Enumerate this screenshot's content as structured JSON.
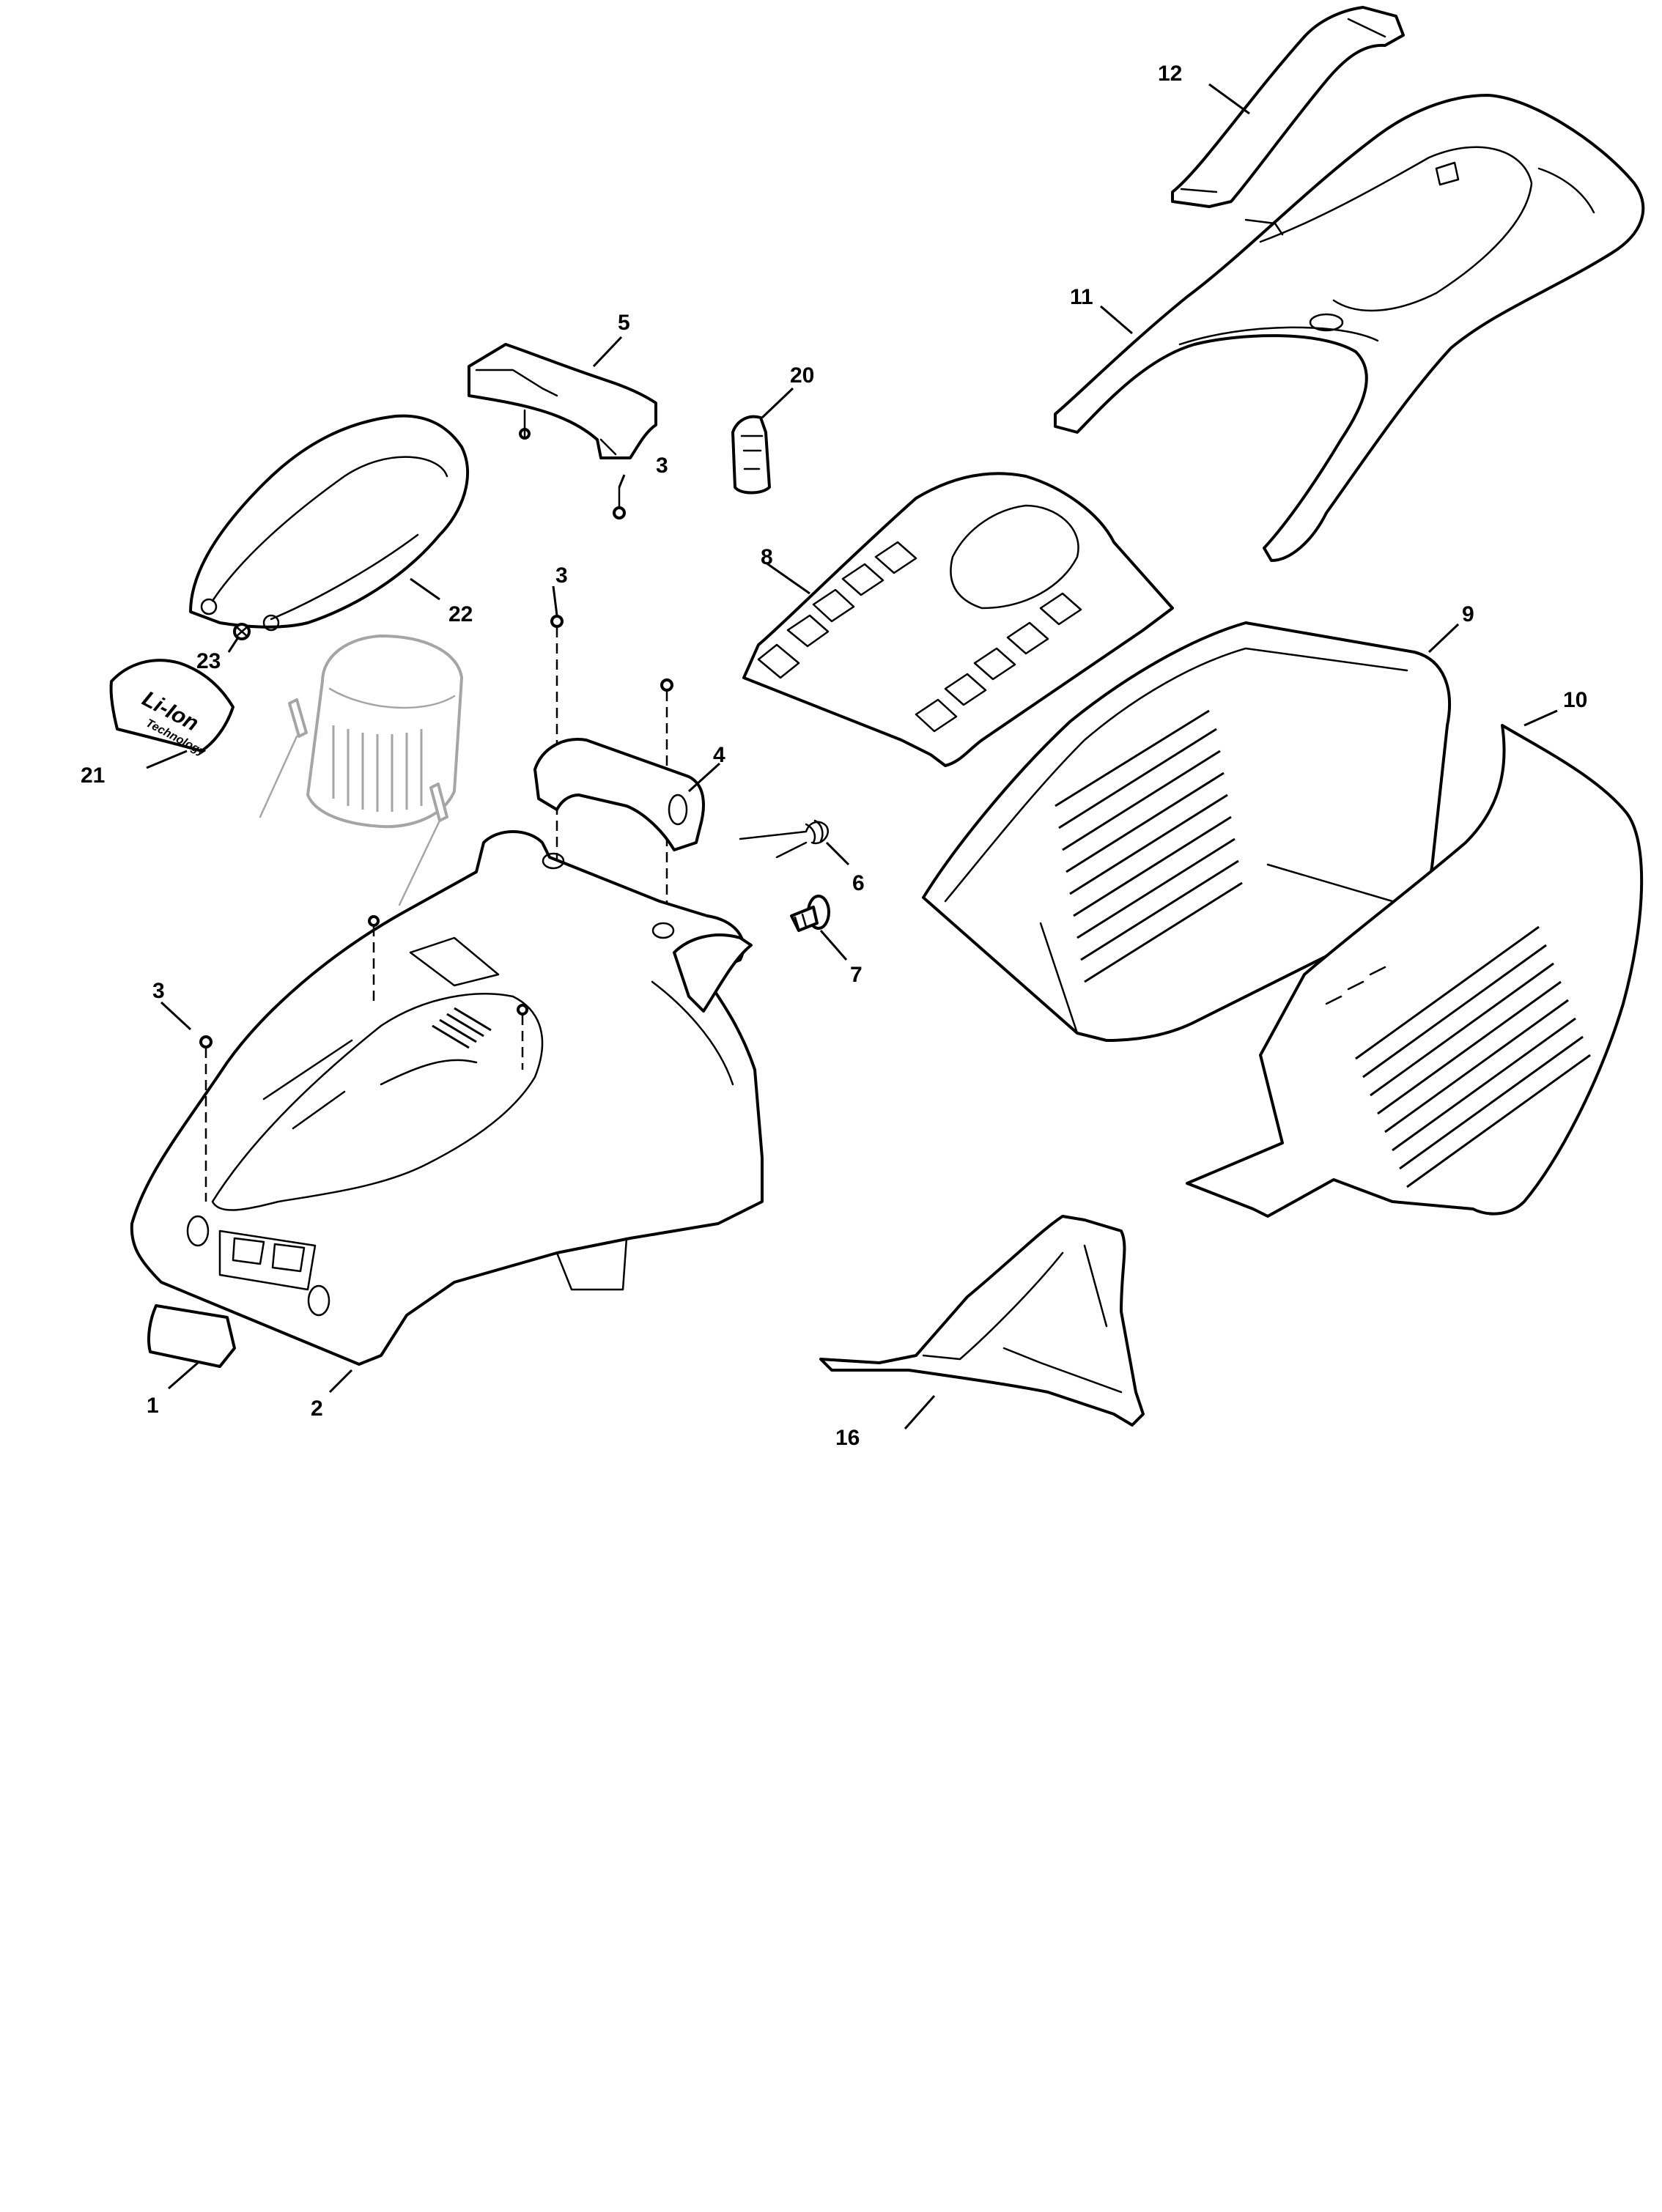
{
  "diagram": {
    "type": "exploded parts diagram",
    "line_color": "#000000",
    "background": "#ffffff"
  },
  "sticker": {
    "main": "Li-Ion",
    "sub": "Technology"
  },
  "callouts": [
    {
      "id": "c1",
      "label": "1"
    },
    {
      "id": "c2",
      "label": "2"
    },
    {
      "id": "c3a",
      "label": "3"
    },
    {
      "id": "c3b",
      "label": "3"
    },
    {
      "id": "c3c",
      "label": "3"
    },
    {
      "id": "c4",
      "label": "4"
    },
    {
      "id": "c5",
      "label": "5"
    },
    {
      "id": "c6",
      "label": "6"
    },
    {
      "id": "c7",
      "label": "7"
    },
    {
      "id": "c8",
      "label": "8"
    },
    {
      "id": "c9",
      "label": "9"
    },
    {
      "id": "c10",
      "label": "10"
    },
    {
      "id": "c11",
      "label": "11"
    },
    {
      "id": "c12",
      "label": "12"
    },
    {
      "id": "c16",
      "label": "16"
    },
    {
      "id": "c20",
      "label": "20"
    },
    {
      "id": "c21",
      "label": "21"
    },
    {
      "id": "c22",
      "label": "22"
    },
    {
      "id": "c23",
      "label": "23"
    }
  ]
}
